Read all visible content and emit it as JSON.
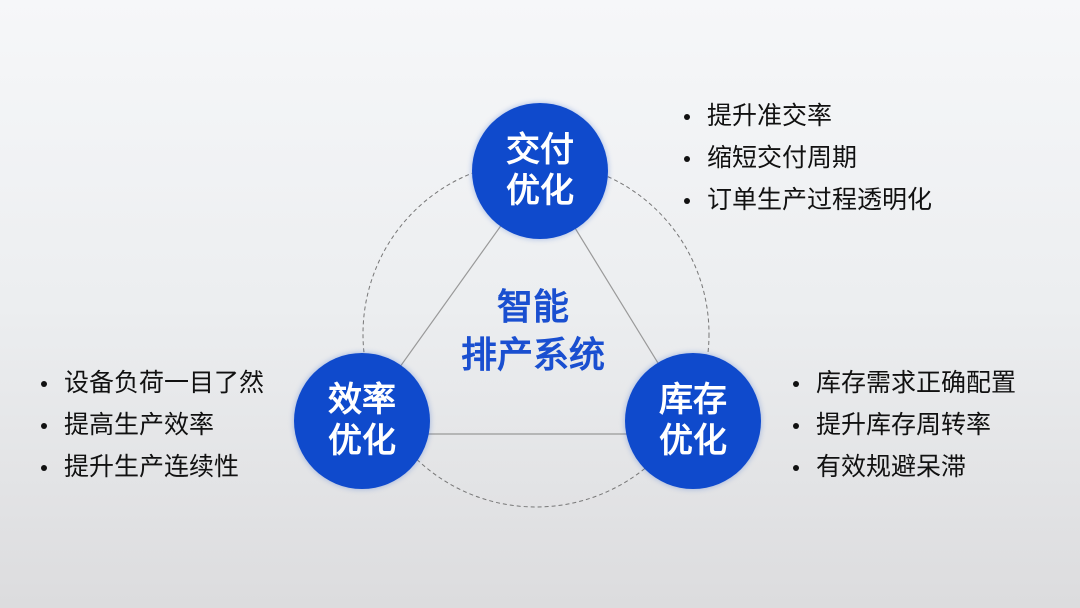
{
  "center": {
    "line1": "智能",
    "line2": "排产系统"
  },
  "nodes": {
    "delivery": {
      "line1": "交付",
      "line2": "优化",
      "bullets": [
        "提升准交率",
        "缩短交付周期",
        "订单生产过程透明化"
      ]
    },
    "efficiency": {
      "line1": "效率",
      "line2": "优化",
      "bullets": [
        "设备负荷一目了然",
        "提高生产效率",
        "提升生产连续性"
      ]
    },
    "inventory": {
      "line1": "库存",
      "line2": "优化",
      "bullets": [
        "库存需求正确配置",
        "提升库存周转率",
        "有效规避呆滞"
      ]
    }
  },
  "colors": {
    "accent": "#0f4acc",
    "center_text": "#1a4fd0"
  }
}
